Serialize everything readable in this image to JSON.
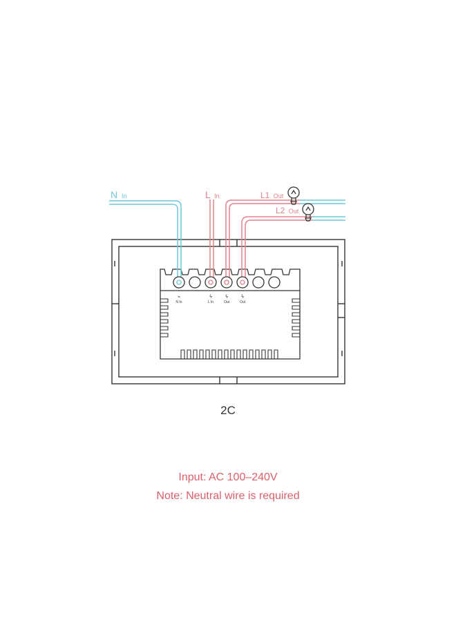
{
  "colors": {
    "neutral_wire": "#6ec6da",
    "live_wire": "#e2828b",
    "outline": "#333333",
    "note_text": "#d9606b"
  },
  "wires": {
    "neutral_in": {
      "main": "N",
      "sub": "In"
    },
    "live_in": {
      "main": "L",
      "sub": "In"
    },
    "load_1": {
      "main": "L1",
      "sub": "Out",
      "icon": "light-bulb-icon"
    },
    "load_2": {
      "main": "L2",
      "sub": "Out",
      "icon": "light-bulb-icon"
    }
  },
  "terminals": [
    {
      "label": "N In",
      "wire": "neutral"
    },
    {
      "label": "",
      "wire": "none"
    },
    {
      "label": "L In",
      "wire": "live"
    },
    {
      "label": "Out",
      "wire": "live"
    },
    {
      "label": "Out",
      "wire": "live"
    },
    {
      "label": "",
      "wire": "none"
    },
    {
      "label": "",
      "wire": "none"
    }
  ],
  "model": "2C",
  "notes": {
    "input": "Input: AC 100–240V",
    "neutral": "Note: Neutral wire is required"
  }
}
